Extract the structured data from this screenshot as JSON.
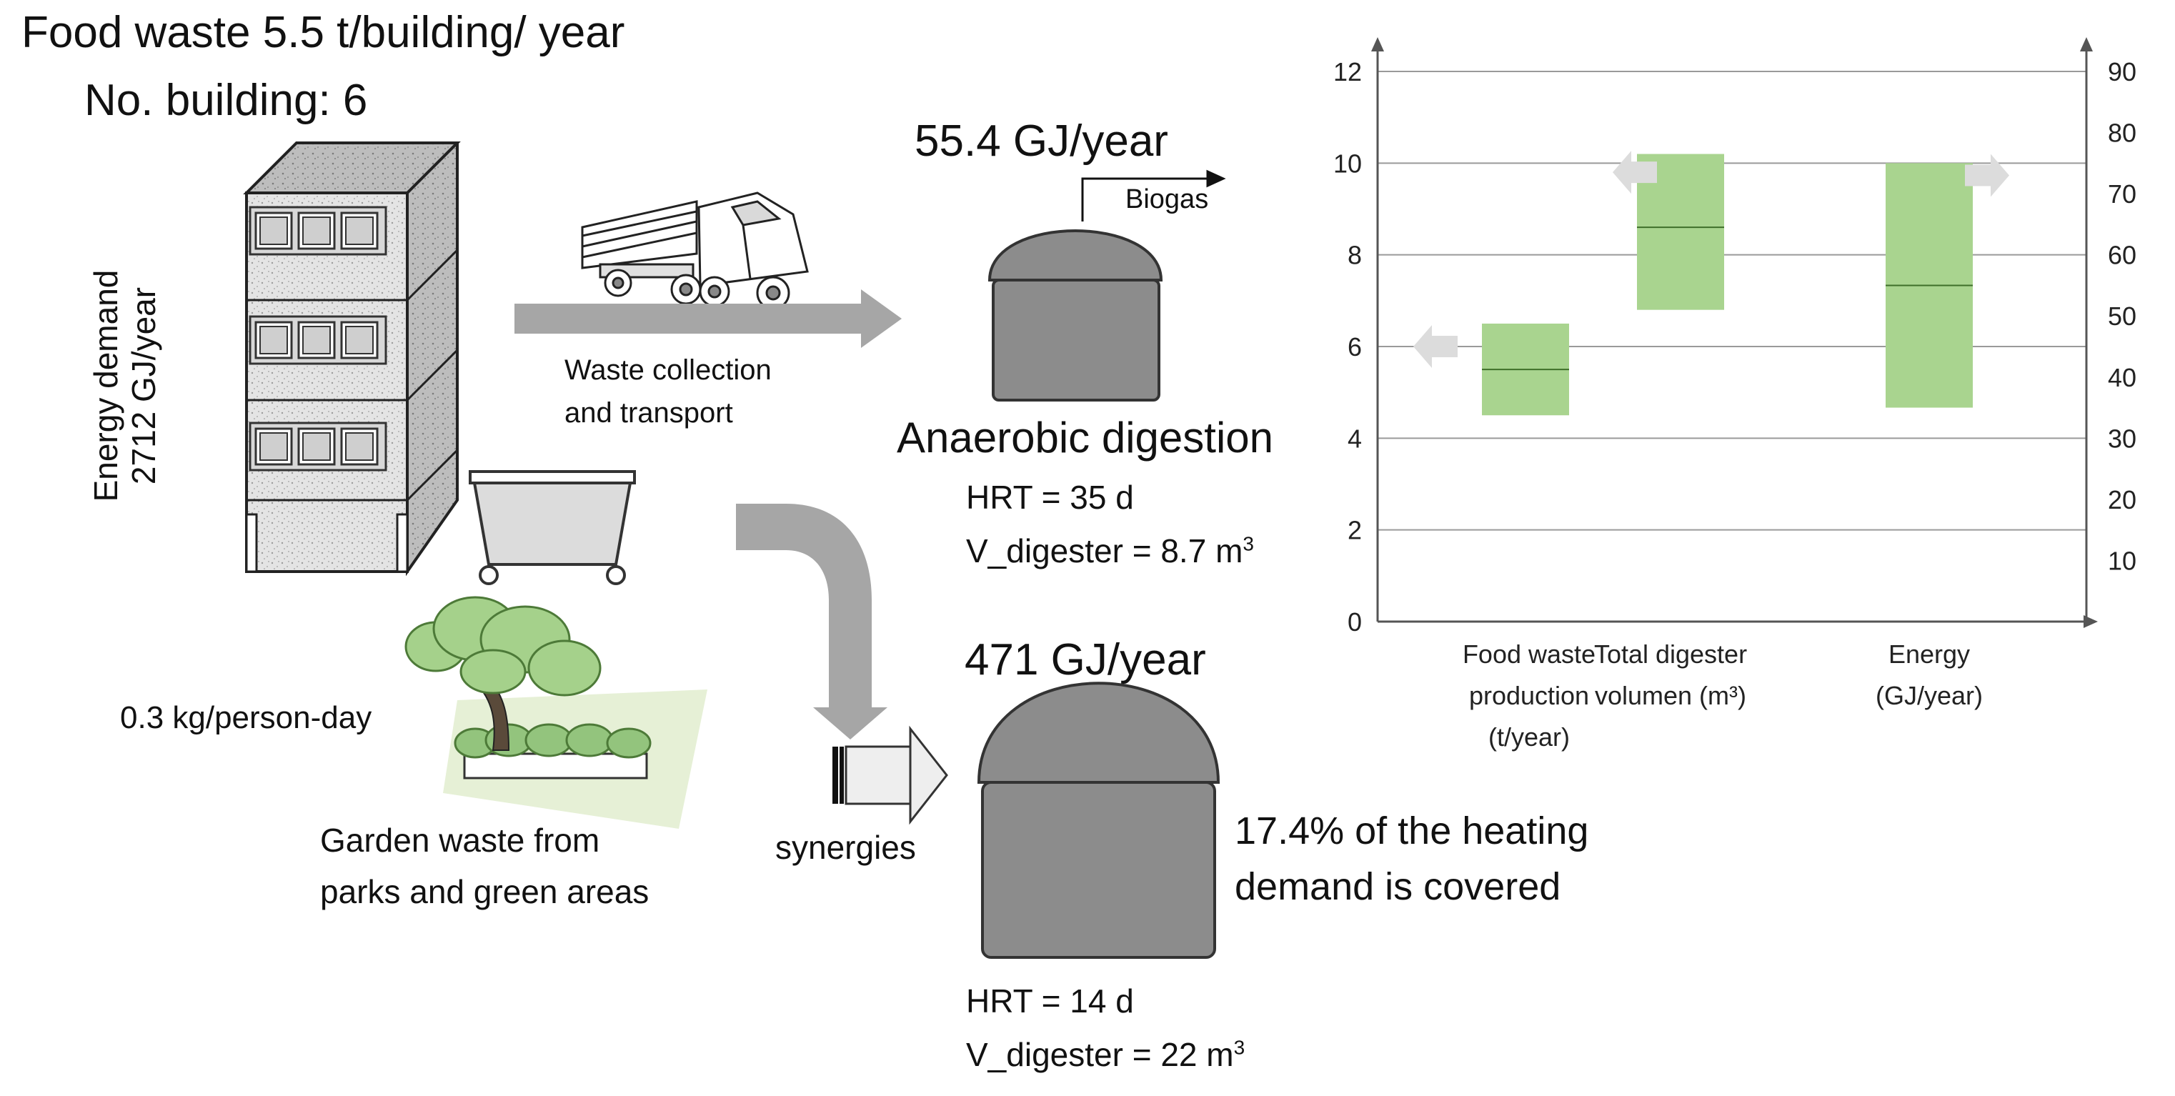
{
  "header": {
    "food_waste": "Food waste 5.5 t/building/ year",
    "buildings": "No. building: 6"
  },
  "building": {
    "energy_line1": "Energy demand",
    "energy_line2": "2712 GJ/year"
  },
  "transport": {
    "line1": "Waste collection",
    "line2": "and transport"
  },
  "digester_small": {
    "energy": "55.4 GJ/year",
    "biogas": "Biogas",
    "title": "Anaerobic digestion",
    "hrt": "HRT = 35 d",
    "volume_prefix": "V_digester = 8.7 m",
    "volume_sup": "3"
  },
  "garden": {
    "rate": "0.3 kg/person-day",
    "line1": "Garden waste from",
    "line2": "parks and green areas"
  },
  "synergies": {
    "label": "synergies"
  },
  "digester_large": {
    "energy": "471 GJ/year",
    "coverage_line1": "17.4% of the heating",
    "coverage_line2": "demand is covered",
    "hrt": "HRT = 14 d",
    "volume_prefix": "V_digester = 22 m",
    "volume_sup": "3"
  },
  "colors": {
    "bar_green": "#a9d48f",
    "grey_arrow": "#a6a6a6",
    "digester_grey": "#8c8c8c",
    "light_arrow": "#dcdcdc"
  },
  "chart_data": {
    "type": "bar",
    "categories": [
      [
        "Food waste",
        "production",
        "(t/year)"
      ],
      [
        "Total digester",
        "volumen (m³)"
      ],
      [
        "Energy",
        "(GJ/year)"
      ]
    ],
    "left_axis": {
      "ticks": [
        0,
        2,
        4,
        6,
        8,
        10,
        12
      ],
      "ylim": [
        0,
        12
      ]
    },
    "right_axis": {
      "ticks": [
        10,
        20,
        30,
        40,
        50,
        60,
        70,
        80,
        90
      ],
      "ylim": [
        0,
        90
      ]
    },
    "series": [
      {
        "category": 0,
        "axis": "left",
        "low": 4.5,
        "high": 6.5,
        "median": 5.5
      },
      {
        "category": 1,
        "axis": "left",
        "low": 6.8,
        "high": 10.2,
        "median": 8.6
      },
      {
        "category": 2,
        "axis": "right",
        "low": 35,
        "high": 75,
        "median": 55
      }
    ],
    "grid": true
  }
}
